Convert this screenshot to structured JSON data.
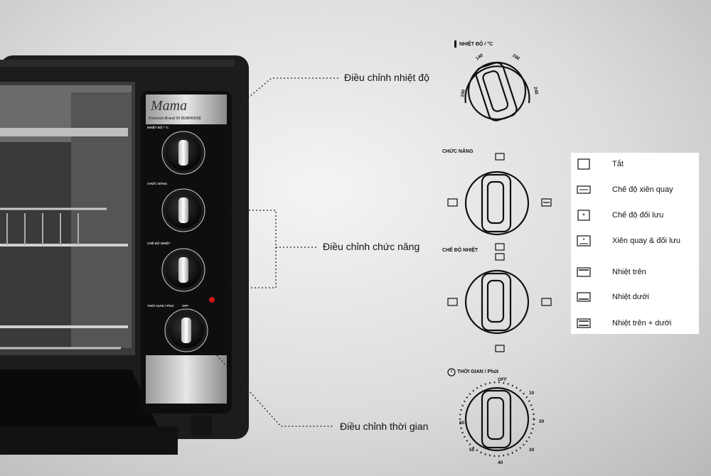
{
  "brand": {
    "logo": "Mama",
    "tagline": "Premium Brand Of SUNHOUSE"
  },
  "callouts": {
    "temperature": "Điều chỉnh nhiệt độ",
    "function": "Điều chỉnh chức năng",
    "timer": "Điều chỉnh thời gian"
  },
  "temp_dial": {
    "label": "NHIỆT ĐỘ / °C",
    "ticks": [
      "100",
      "140",
      "190",
      "240"
    ]
  },
  "function_dial": {
    "label": "CHỨC NĂNG"
  },
  "heat_dial": {
    "label": "CHẾ ĐỘ NHIỆT"
  },
  "timer_dial": {
    "label": "THỜI GIAN / Phút",
    "ticks": [
      "OFF",
      "10",
      "20",
      "30",
      "40",
      "50",
      "60"
    ]
  },
  "panel_labels": {
    "temp": "NHIỆT ĐỘ / °C",
    "func": "CHỨC NĂNG",
    "heat": "CHẾ ĐỘ NHIỆT",
    "timer": "THỜI GIAN / Phút",
    "off": "OFF"
  },
  "legend": [
    {
      "icon": "square-off-icon",
      "label": "Tắt"
    },
    {
      "icon": "rotisserie-icon",
      "label": "Chế độ xiên quay"
    },
    {
      "icon": "convection-fan-icon",
      "label": "Chế độ đối lưu"
    },
    {
      "icon": "rotisserie-convection-icon",
      "label": "Xiên quay & đối lưu"
    },
    {
      "icon": "top-heat-icon",
      "label": "Nhiệt trên"
    },
    {
      "icon": "bottom-heat-icon",
      "label": "Nhiệt dưới"
    },
    {
      "icon": "top-bottom-heat-icon",
      "label": "Nhiệt trên + dưới"
    }
  ],
  "colors": {
    "oven_body": "#1b1b1b",
    "panel": "#0e0e0e",
    "accent_red": "#d01818",
    "background": "#e2e2e2"
  }
}
